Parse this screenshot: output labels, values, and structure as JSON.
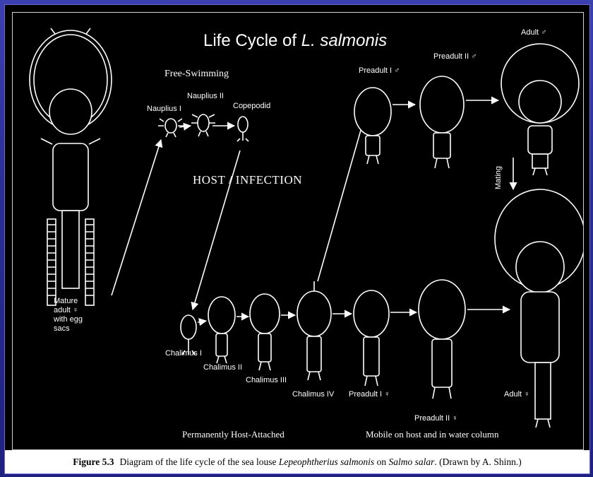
{
  "title": {
    "prefix": "Life Cycle of ",
    "species": "L. salmonis"
  },
  "stages": {
    "mature_female": [
      "Mature",
      "adult ♀",
      "with egg",
      "sacs"
    ],
    "nauplius1": "Nauplius I",
    "nauplius2": "Nauplius II",
    "copepodid": "Copepodid",
    "chalimus1": "Chalimus I",
    "chalimus2": "Chalimus II",
    "chalimus3": "Chalimus III",
    "chalimus4": "Chalimus IV",
    "preadult1_f": "Preadult I ♀",
    "preadult2_f": "Preadult II ♀",
    "preadult1_m": "Preadult I ♂",
    "preadult2_m": "Preadult II ♂",
    "adult_m": "Adult ♂",
    "adult_f": "Adult ♀"
  },
  "phases": {
    "free_swimming": "Free-Swimming",
    "host_infection": "HOST / INFECTION",
    "permanently_attached": "Permanently Host-Attached",
    "mobile": "Mobile on host and in water column",
    "mating": "Mating"
  },
  "caption": {
    "label": "Figure 5.3",
    "text_before": "Diagram of the life cycle of the sea louse ",
    "species": "Lepeophtherius salmonis",
    "text_mid": " on ",
    "host": "Salmo salar",
    "text_after": ". (Drawn by A. Shinn.)"
  }
}
